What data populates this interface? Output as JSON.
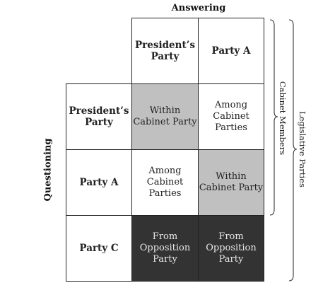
{
  "axes": {
    "columns_title": "Answering",
    "rows_title": "Questioning"
  },
  "column_headers": [
    "President’s Party",
    "Party A"
  ],
  "rows": [
    {
      "header": "President’s Party",
      "cells": [
        "Within Cabinet Party",
        "Among Cabinet Parties"
      ]
    },
    {
      "header": "Party A",
      "cells": [
        "Among Cabinet Parties",
        "Within Cabinet Party"
      ]
    },
    {
      "header": "Party C",
      "cells": [
        "From Opposition Party",
        "From Opposition Party"
      ]
    }
  ],
  "brackets": {
    "inner": "Cabinet Members",
    "outer": "Legislative Parties"
  },
  "colors": {
    "within": "#c0c0c0",
    "among": "#ffffff",
    "opposition": "#333333"
  }
}
